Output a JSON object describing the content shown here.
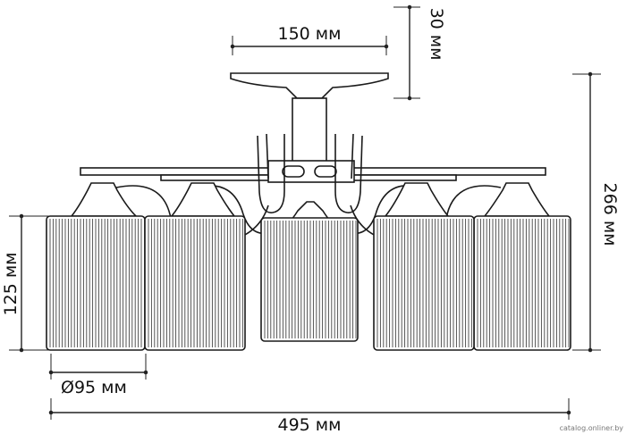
{
  "dimensions": {
    "top_width": "150 мм",
    "canopy_height": "30 мм",
    "total_height": "266 мм",
    "shade_height": "125 мм",
    "shade_diameter": "Ø95 мм",
    "total_width": "495 мм"
  },
  "watermark": "catalog.onliner.by",
  "colors": {
    "line": "#1a1a1a",
    "background": "#ffffff"
  }
}
